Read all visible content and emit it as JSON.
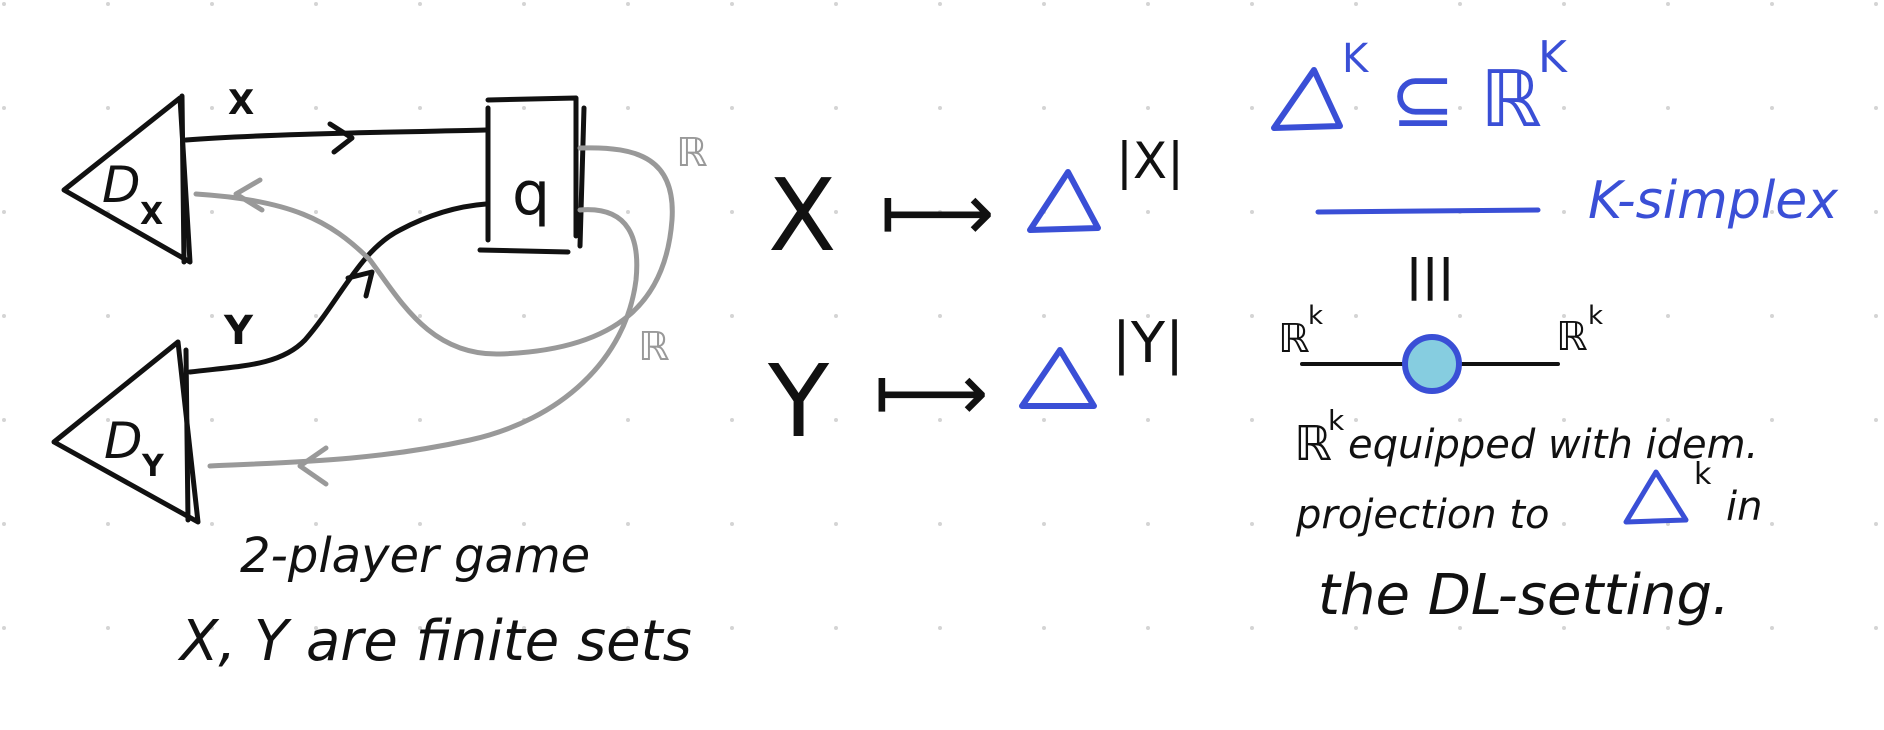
{
  "colors": {
    "ink": "#111111",
    "blue": "#3a4fd6",
    "gray": "#999999",
    "node_fill": "#86cde0",
    "grid_dot": "#d4d4d4",
    "background": "#ffffff"
  },
  "game": {
    "player_x": "D",
    "player_x_sub": "X",
    "player_y": "D",
    "player_y_sub": "Y",
    "box_label": "q",
    "edge_x": "X",
    "edge_y": "Y",
    "real_1": "ℝ",
    "real_2": "ℝ",
    "caption_1": "2-player game",
    "caption_2": "X, Y are finite sets"
  },
  "mapping": {
    "row1_set": "X",
    "row1_arrow": "⟼",
    "row1_exp": "|X|",
    "row2_set": "Y",
    "row2_arrow": "⟼",
    "row2_exp": "|Y|"
  },
  "simplex": {
    "relation": "⊆ ℝ",
    "exp": "K",
    "exp2": "K",
    "name": "K-simplex",
    "equals": "|||",
    "left_label": "ℝ",
    "left_exp": "k",
    "right_label": "ℝ",
    "right_exp": "k",
    "note_1a": "ℝ",
    "note_1a_exp": "k",
    "note_1b": "equipped with idem.",
    "note_2a": "projection to",
    "note_2_exp": "k",
    "note_2b": "in",
    "note_3": "the DL-setting."
  }
}
